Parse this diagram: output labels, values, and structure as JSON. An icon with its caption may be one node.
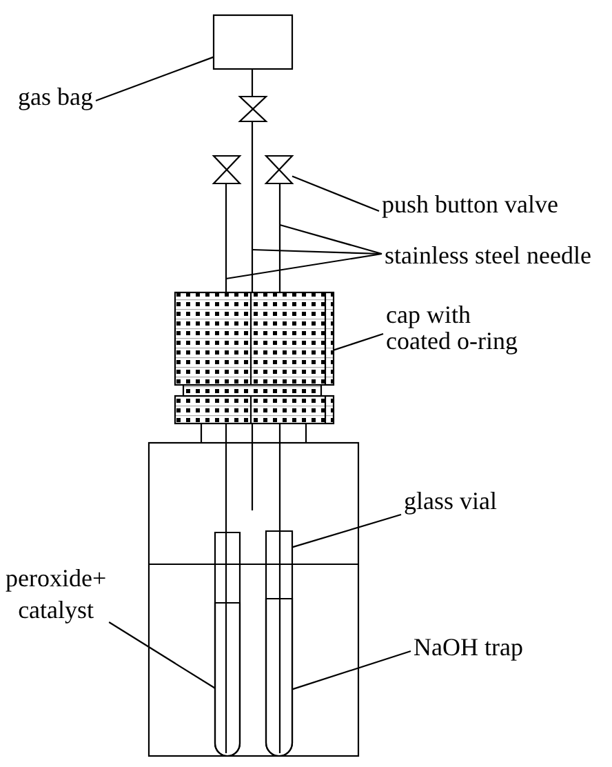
{
  "diagram": {
    "nodes": [
      {
        "text": [
          "gas bag"
        ]
      },
      {
        "text": [],
        "shape": "box"
      },
      {
        "text": [],
        "shape": "valve"
      },
      {
        "text": [
          "push button valve"
        ]
      },
      {
        "text": [],
        "shape": "valve"
      },
      {
        "text": [],
        "shape": "valve"
      },
      {
        "text": [
          "stainless steel needle"
        ]
      },
      {
        "text": [],
        "shape": "line"
      },
      {
        "text": [],
        "shape": "line"
      },
      {
        "text": [],
        "shape": "line"
      },
      {
        "text": [
          "cap with coated o-ring"
        ]
      },
      {
        "text": [],
        "shape": "box"
      },
      {
        "text": [
          "glass vial"
        ]
      },
      {
        "text": [],
        "shape": "tube"
      },
      {
        "text": [],
        "shape": "liquid",
        "in": 13
      },
      {
        "text": [],
        "shape": "tube"
      },
      {
        "text": [],
        "shape": "liquid",
        "in": 15
      },
      {
        "text": [
          "peroxide+ catalyst"
        ]
      },
      {
        "text": [
          "NaOH trap"
        ]
      }
    ],
    "edges": [
      {
        "from": 0,
        "to": 1,
        "arrow": "none"
      },
      {
        "from": 1,
        "to": 2,
        "arrow": "none"
      },
      {
        "from": 3,
        "to": 5,
        "arrow": "none"
      },
      {
        "from": 6,
        "to": 9,
        "arrow": "none"
      },
      {
        "from": 6,
        "to": 8,
        "arrow": "none"
      },
      {
        "from": 6,
        "to": 7,
        "arrow": "none"
      },
      {
        "from": 10,
        "to": 11,
        "arrow": "none"
      },
      {
        "from": 12,
        "to": 15,
        "arrow": "none"
      },
      {
        "from": 17,
        "to": 14,
        "arrow": "none"
      },
      {
        "from": 18,
        "to": 16,
        "arrow": "none"
      }
    ]
  }
}
